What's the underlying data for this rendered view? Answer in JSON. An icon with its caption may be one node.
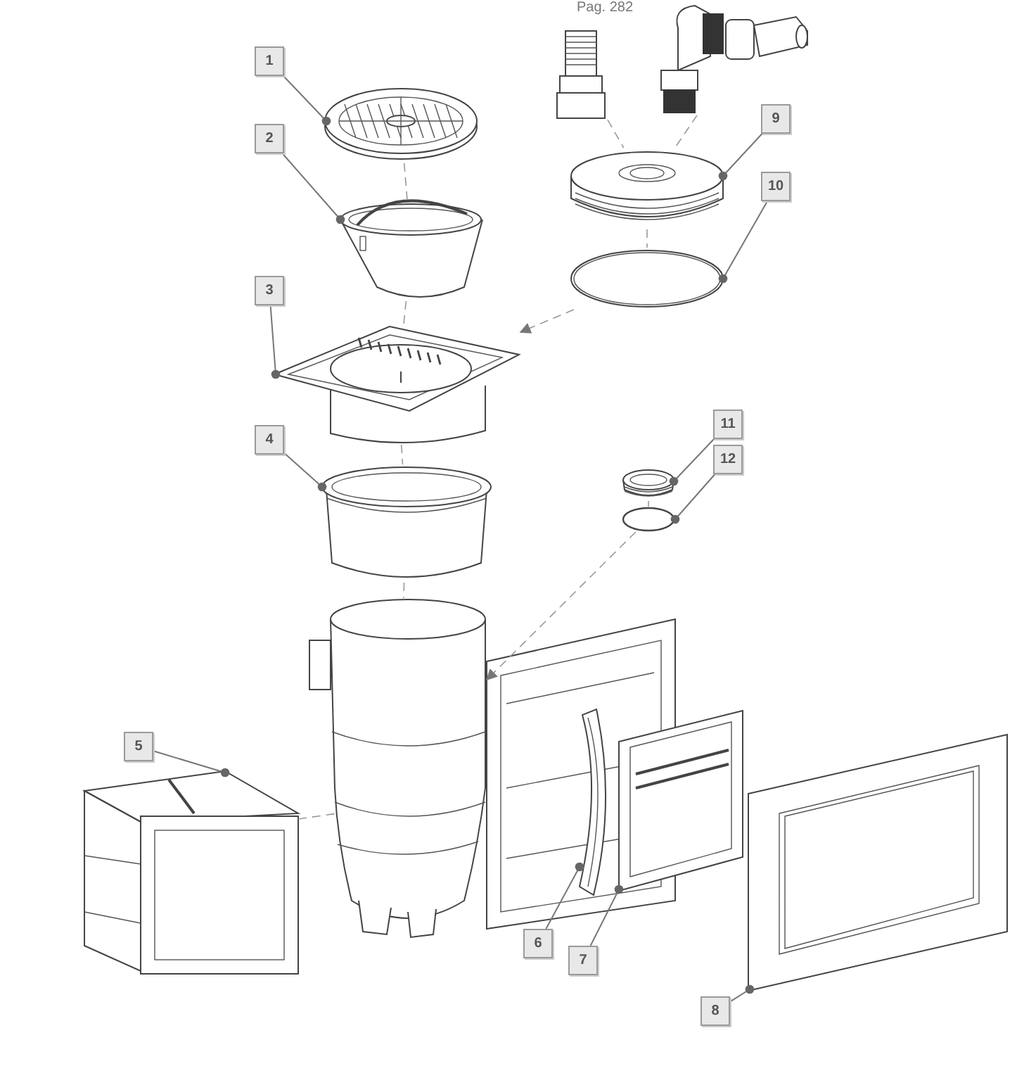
{
  "diagram": {
    "nodes": [
      {
        "text": [
          "1"
        ]
      },
      {
        "text": [
          "2"
        ]
      },
      {
        "text": [
          "3"
        ]
      },
      {
        "text": [
          "4"
        ]
      },
      {
        "text": [
          "5"
        ]
      },
      {
        "text": [
          "6"
        ]
      },
      {
        "text": [
          "7"
        ]
      },
      {
        "text": [
          "8"
        ]
      },
      {
        "text": [
          "9"
        ]
      },
      {
        "text": [
          "10"
        ]
      },
      {
        "text": [
          "11"
        ]
      },
      {
        "text": [
          "12"
        ]
      },
      {
        "text": [],
        "shape": "picture"
      },
      {
        "text": [],
        "shape": "picture"
      },
      {
        "text": [],
        "shape": "picture"
      },
      {
        "text": [],
        "shape": "picture"
      },
      {
        "text": [],
        "shape": "picture"
      },
      {
        "text": [],
        "shape": "picture"
      },
      {
        "text": [],
        "shape": "picture"
      },
      {
        "text": [],
        "shape": "picture"
      },
      {
        "text": [],
        "shape": "picture"
      },
      {
        "text": [],
        "shape": "picture"
      },
      {
        "text": [],
        "shape": "picture"
      },
      {
        "text": [],
        "shape": "circle"
      },
      {
        "text": [],
        "shape": "picture"
      },
      {
        "text": [],
        "shape": "picture"
      },
      {
        "text": [],
        "shape": "picture"
      }
    ],
    "edges": [
      {
        "from": 0,
        "to": 12,
        "arrow": "other"
      },
      {
        "from": 1,
        "to": 13,
        "arrow": "other"
      },
      {
        "from": 2,
        "to": 14,
        "arrow": "other"
      },
      {
        "from": 3,
        "to": 15,
        "arrow": "other"
      },
      {
        "from": 4,
        "to": 16,
        "arrow": "other"
      },
      {
        "from": 5,
        "to": 17,
        "arrow": "other"
      },
      {
        "from": 6,
        "to": 18,
        "arrow": "other"
      },
      {
        "from": 7,
        "to": 19,
        "arrow": "other"
      },
      {
        "from": 8,
        "to": 20,
        "arrow": "other"
      },
      {
        "from": 9,
        "to": 21,
        "arrow": "other"
      },
      {
        "from": 10,
        "to": 22,
        "arrow": "other"
      },
      {
        "from": 11,
        "to": 23,
        "arrow": "other"
      },
      {
        "from": 12,
        "to": 13,
        "arrow": "none",
        "style": "dashed"
      },
      {
        "from": 13,
        "to": 14,
        "arrow": "none",
        "style": "dashed"
      },
      {
        "from": 14,
        "to": 15,
        "arrow": "none",
        "style": "dashed"
      },
      {
        "from": 15,
        "to": 24,
        "arrow": "none",
        "style": "dashed"
      },
      {
        "from": 25,
        "to": 20,
        "arrow": "none",
        "style": "dashed"
      },
      {
        "from": 26,
        "to": 20,
        "arrow": "none",
        "style": "dashed"
      },
      {
        "from": 20,
        "to": 21,
        "arrow": "none",
        "style": "dashed"
      },
      {
        "from": 21,
        "to": 14,
        "arrow": "to",
        "style": "dashed"
      },
      {
        "from": 22,
        "to": 23,
        "arrow": "none",
        "style": "dashed"
      },
      {
        "from": 23,
        "to": 24,
        "arrow": "to",
        "style": "dashed"
      },
      {
        "from": 16,
        "to": 24,
        "arrow": "none",
        "style": "dashed"
      }
    ],
    "labels": [
      "Pag. 282"
    ]
  }
}
